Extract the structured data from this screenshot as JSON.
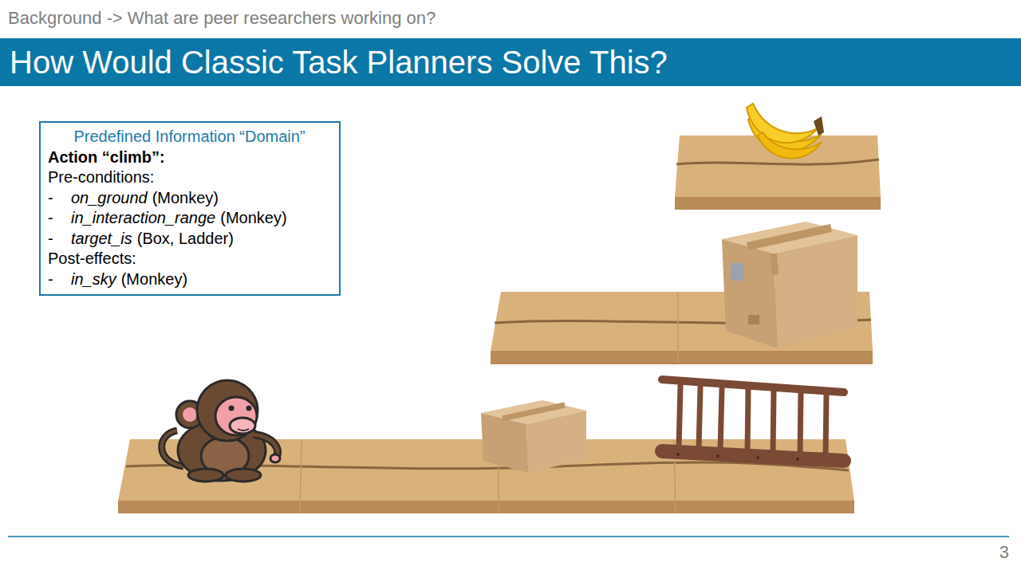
{
  "diagram": {
    "title": "How Would Classic Task Planners Solve This?",
    "nodes": [
      {
        "text": [
          "Predefined Information “Domain”",
          "Action “climb”:",
          "Pre-conditions:",
          "-",
          "on_ground",
          "(Monkey)",
          "-",
          "in_interaction_range",
          "(Monkey)",
          "-",
          "target_is",
          "(Box, Ladder)",
          "Post-effects:",
          "-",
          "in_sky",
          "(Monkey)"
        ]
      }
    ],
    "labels": [
      "Background -> What are peer researchers working on?",
      "3"
    ]
  }
}
